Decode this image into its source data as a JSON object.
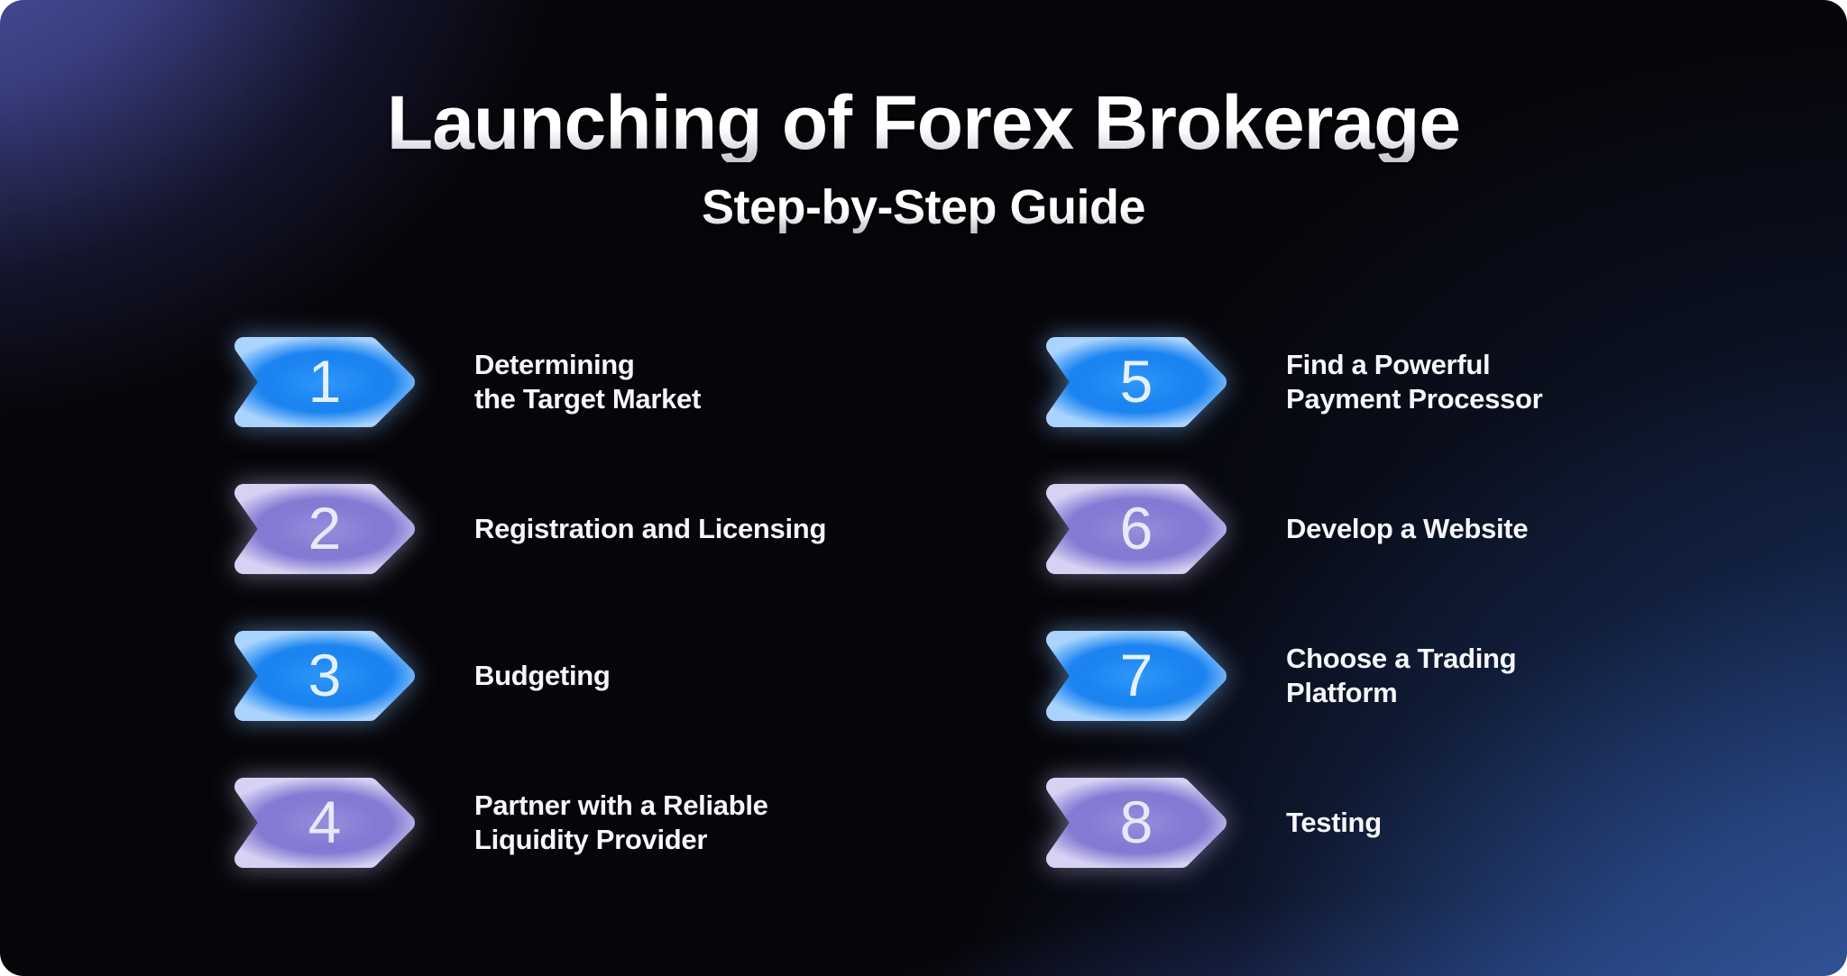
{
  "page": {
    "title": "Launching of Forex Brokerage",
    "subtitle": "Step-by-Step Guide"
  },
  "colors": {
    "canvas_base": "#060509",
    "glow_top_left": "#4a52a4",
    "glow_bottom_right": "#2a4a87",
    "glow_bottom_indigo": "#3c4da0",
    "title_text_top": "#ffffff",
    "title_text_bottom": "#c7cad3",
    "step_label_text": "#f6f7fa",
    "blue_scheme": {
      "center": "#2f97f8",
      "main": "#1b84f1",
      "rim": "#aad4fd",
      "halo": "rgba(125,185,250,0.55)",
      "number": "#e6f1fd"
    },
    "purple_scheme": {
      "center": "#958edd",
      "main": "#837bd3",
      "rim": "#d7d2f3",
      "halo": "rgba(200,192,242,0.50)",
      "number": "#ebe8f9"
    }
  },
  "steps": [
    {
      "number": "1",
      "label": "Determining\nthe Target Market",
      "scheme": "blue",
      "column": "left"
    },
    {
      "number": "2",
      "label": "Registration and Licensing",
      "scheme": "purple",
      "column": "left"
    },
    {
      "number": "3",
      "label": "Budgeting",
      "scheme": "blue",
      "column": "left"
    },
    {
      "number": "4",
      "label": "Partner with a Reliable\nLiquidity Provider",
      "scheme": "purple",
      "column": "left"
    },
    {
      "number": "5",
      "label": "Find a Powerful\nPayment Processor",
      "scheme": "blue",
      "column": "right"
    },
    {
      "number": "6",
      "label": "Develop a Website",
      "scheme": "purple",
      "column": "right"
    },
    {
      "number": "7",
      "label": "Choose a Trading\nPlatform",
      "scheme": "blue",
      "column": "right"
    },
    {
      "number": "8",
      "label": "Testing",
      "scheme": "purple",
      "column": "right"
    }
  ]
}
